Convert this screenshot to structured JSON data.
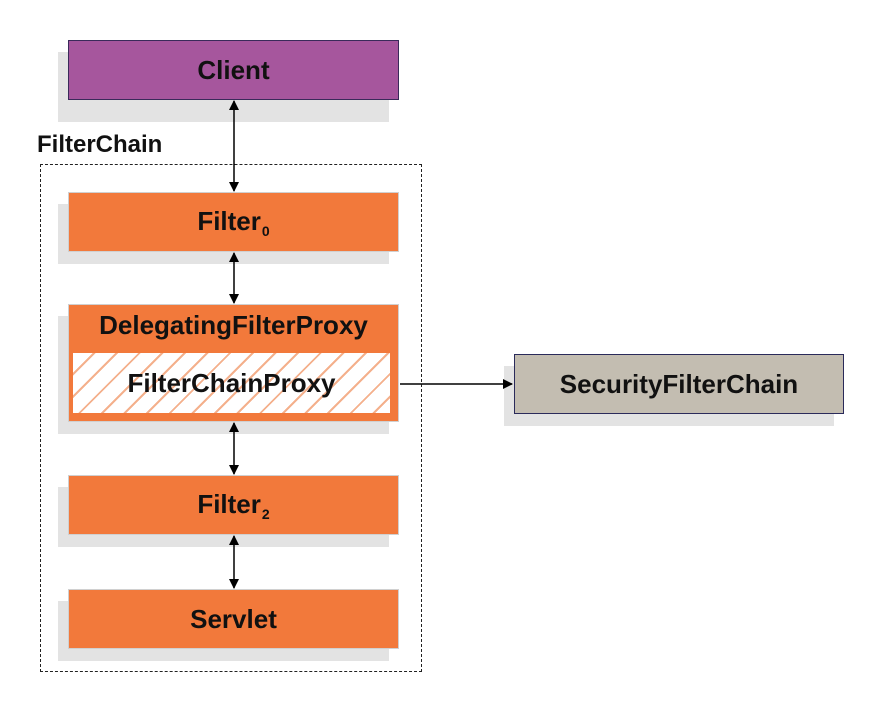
{
  "diagram": {
    "frame_label": "FilterChain",
    "client": "Client",
    "filter0": {
      "text": "Filter",
      "sub": "0"
    },
    "delegating_filter_proxy": "DelegatingFilterProxy",
    "filter_chain_proxy": "FilterChainProxy",
    "filter2": {
      "text": "Filter",
      "sub": "2"
    },
    "servlet": "Servlet",
    "security_filter_chain": "SecurityFilterChain"
  },
  "colors": {
    "client": "#a6569d",
    "filter": "#f2793b",
    "security_filter_chain": "#c3bdb1"
  }
}
